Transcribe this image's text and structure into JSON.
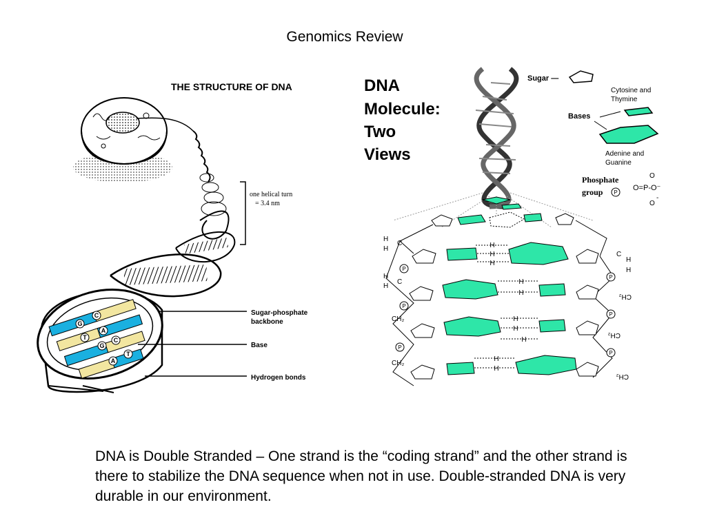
{
  "slide": {
    "title": "Genomics Review",
    "caption": "DNA is Double Stranded – One strand is the “coding strand” and the other strand is there to stabilize the DNA sequence when not in use. Double-stranded DNA is very durable in our environment."
  },
  "left_figure": {
    "title": "THE STRUCTURE OF DNA",
    "turn_label_1": "one helical turn",
    "turn_label_2": "= 3.4 nm",
    "backbone_label_1": "Sugar-phosphate",
    "backbone_label_2": "backbone",
    "base_label": "Base",
    "hbond_label": "Hydrogen bonds",
    "base_letters": [
      "G",
      "C",
      "T",
      "A",
      "G",
      "C",
      "A",
      "T"
    ]
  },
  "right_figure": {
    "title_lines": [
      "DNA",
      "Molecule:",
      "Two",
      "Views"
    ],
    "legend": {
      "sugar": "Sugar —",
      "bases": "Bases",
      "cytosine_thymine_1": "Cytosine and",
      "cytosine_thymine_2": "Thymine",
      "adenine_guanine_1": "Adenine and",
      "adenine_guanine_2": "Guanine",
      "phosphate_1": "Phosphate",
      "phosphate_2": "group",
      "phosphate_symbol": "P",
      "phosphate_formula": "O=P-O⁻",
      "oxygen": "O",
      "minus": "-"
    },
    "atoms": {
      "h": "H",
      "c": "C",
      "ch2": "CH₂",
      "p": "P"
    }
  },
  "colors": {
    "base_green": "#2ee6a8",
    "base_blue": "#1ab0e0",
    "base_yellow": "#f2e6a0",
    "ink": "#000000"
  }
}
